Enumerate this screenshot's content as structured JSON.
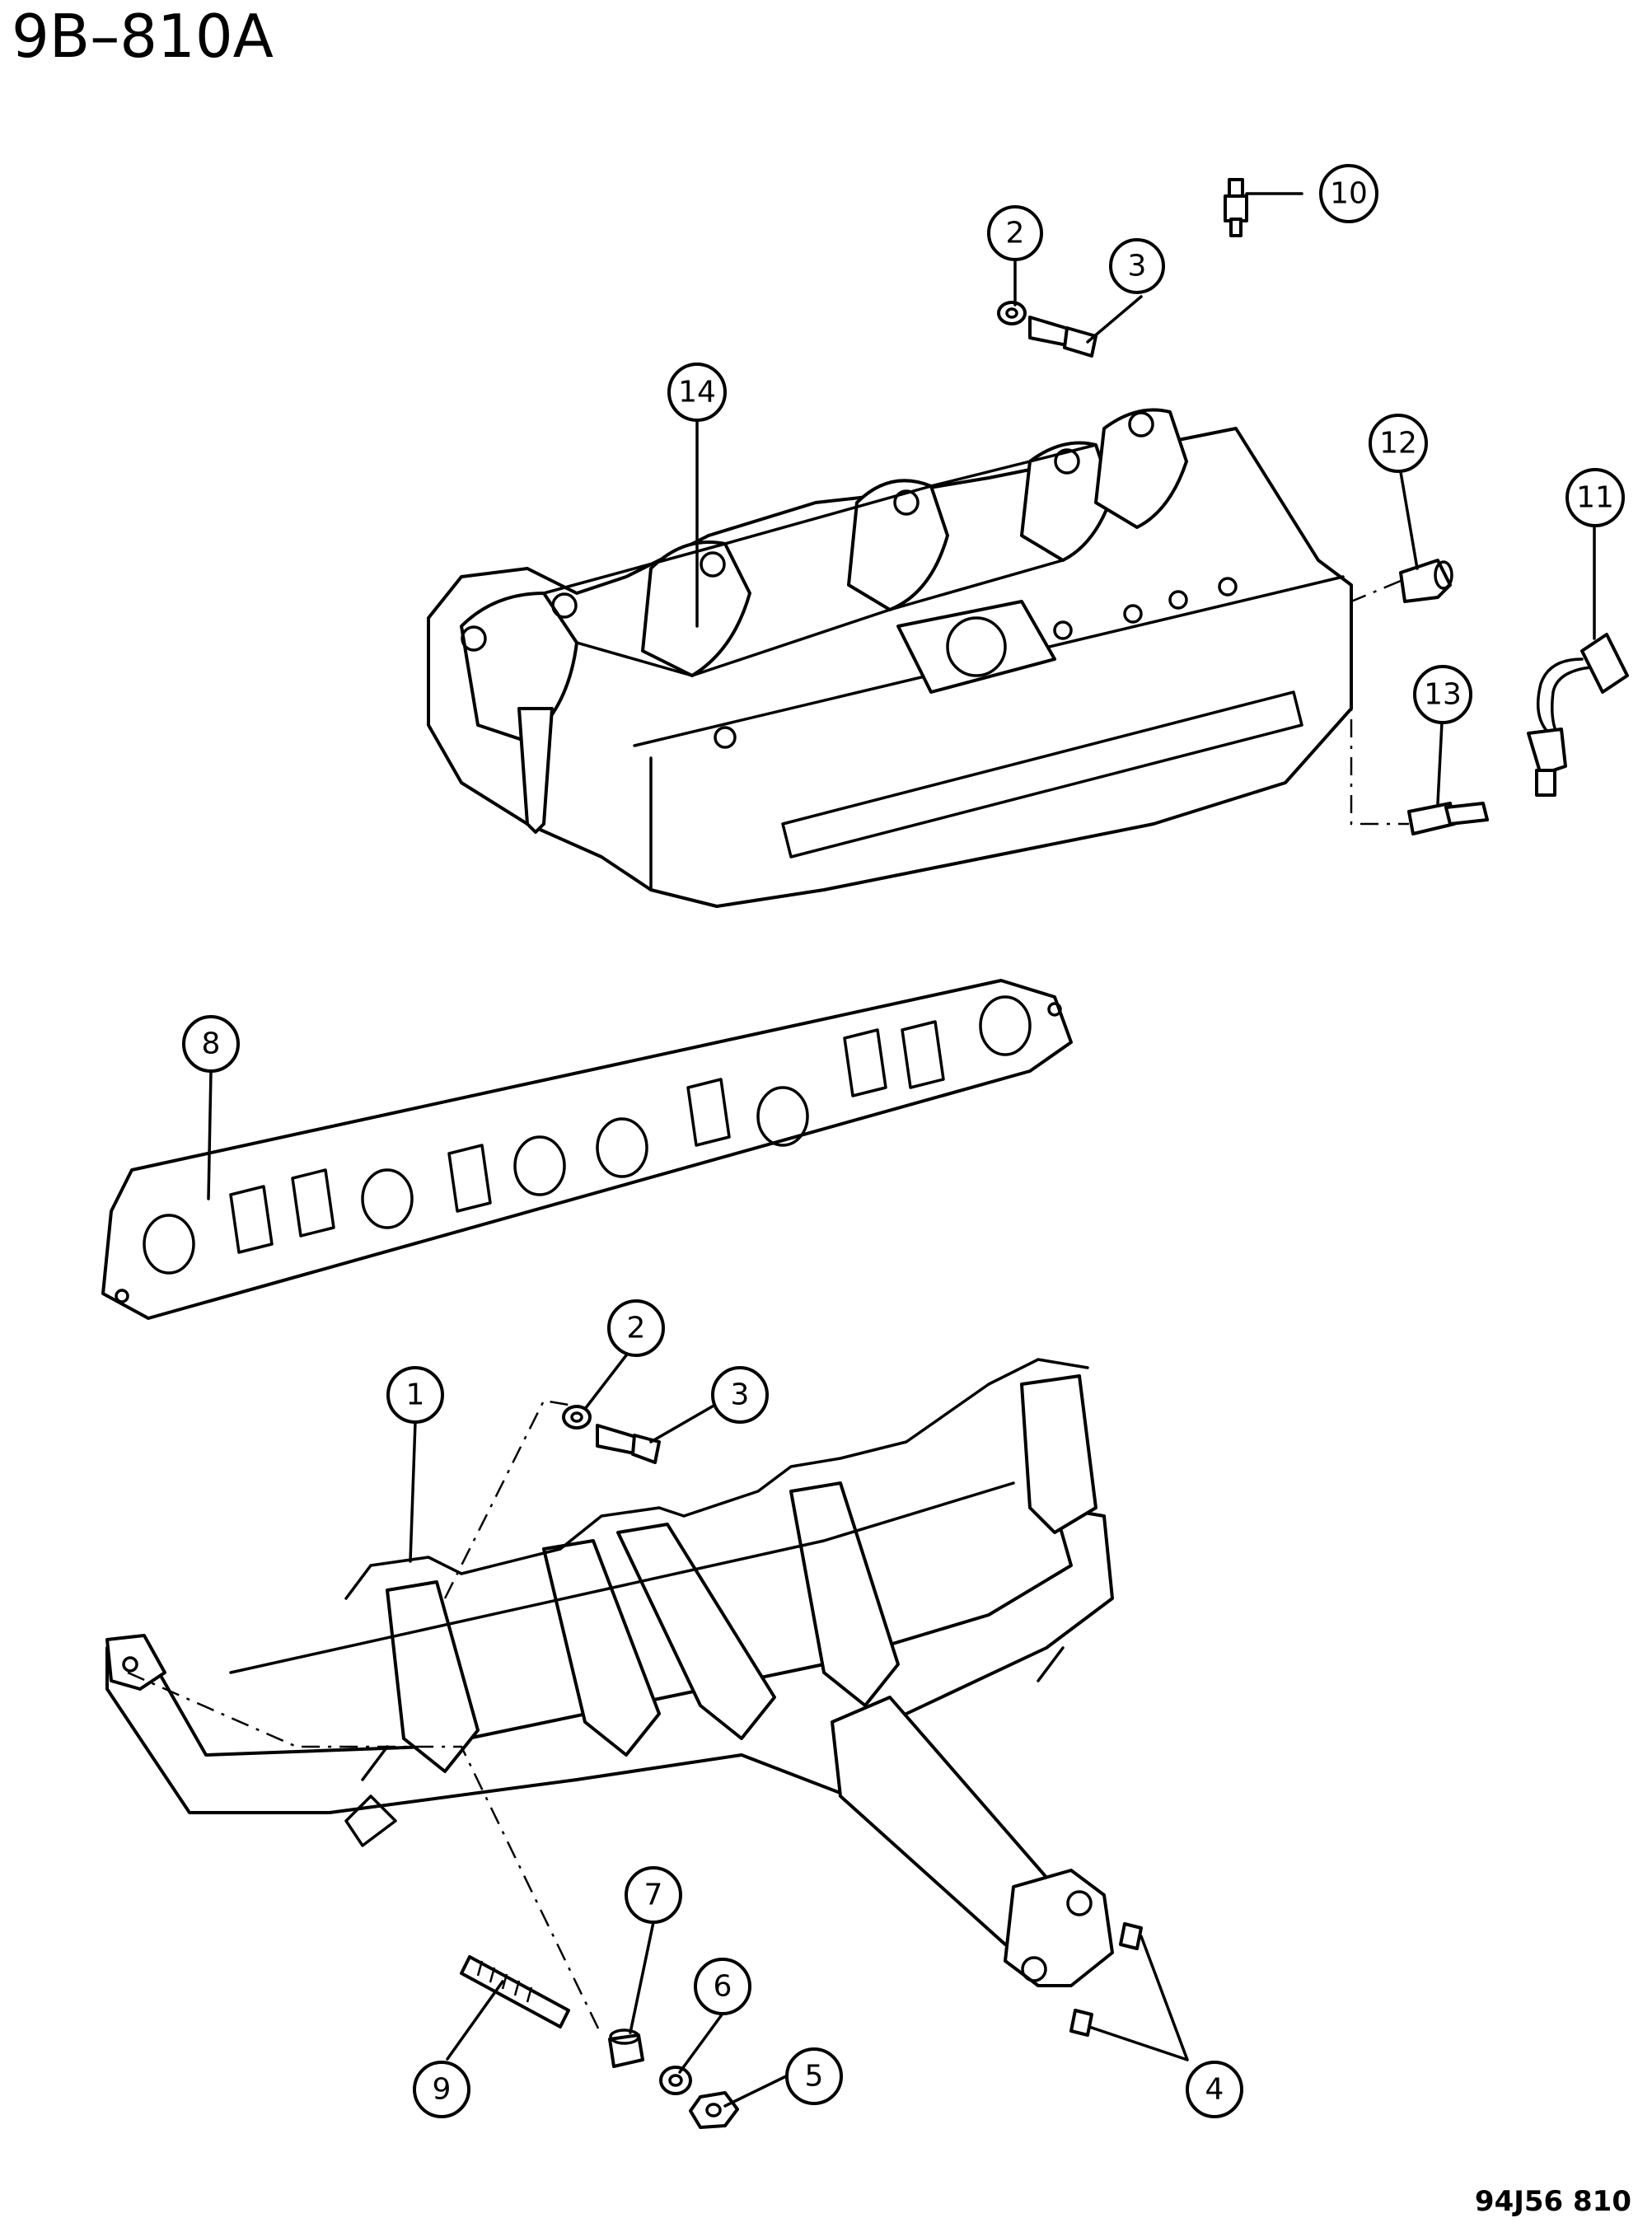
{
  "title": "9B–810A",
  "figure_code": "94J56  810",
  "callouts": {
    "c1": "1",
    "c2_upper": "2",
    "c2_lower": "2",
    "c3_upper": "3",
    "c3_lower": "3",
    "c4": "4",
    "c5": "5",
    "c6": "6",
    "c7": "7",
    "c8": "8",
    "c9": "9",
    "c10": "10",
    "c11": "11",
    "c12": "12",
    "c13": "13",
    "c14": "14"
  }
}
